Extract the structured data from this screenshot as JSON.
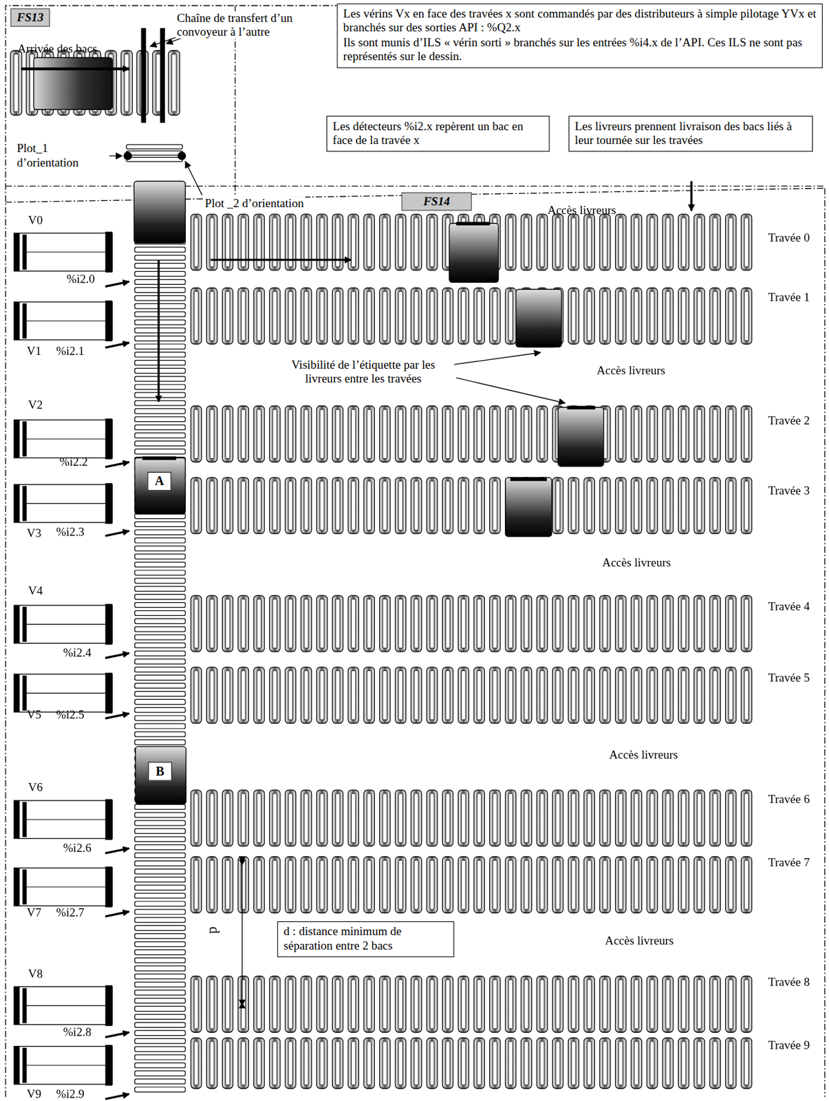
{
  "diagram": {
    "nodes": [
      {
        "text": [
          "FS13"
        ]
      },
      {
        "text": [
          "Les vérins Vx en face des travées x sont commandés par des distributeurs à simple pilotage YVx et branchés sur des sorties API : %Q2.x",
          "Ils sont munis d’ILS « vérin sorti » branchés sur les entrées %i4.x de l’API. Ces ILS ne sont pas représentés sur le dessin."
        ]
      },
      {
        "text": [
          "Les détecteurs %i2.x repèrent un bac en face de la travée x"
        ]
      },
      {
        "text": [
          "Les livreurs prennent livraison des bacs liés à leur tournée sur les travées"
        ]
      },
      {
        "text": [
          "FS14"
        ]
      },
      {
        "text": [
          "A"
        ]
      },
      {
        "text": [
          "B"
        ]
      },
      {
        "text": [
          "d : distance minimum de séparation entre 2 bacs"
        ]
      }
    ],
    "labels": [
      "Arrivée des bacs",
      "Chaîne de transfert d’un convoyeur à l’autre",
      "Plot_1 d’orientation",
      "Plot _2 d’orientation",
      "V0",
      "%i2.0",
      "V1",
      "%i2.1",
      "V2",
      "%i2.2",
      "V3",
      "%i2.3",
      "V4",
      "%i2.4",
      "V5",
      "%i2.5",
      "V6",
      "%i2.6",
      "V7",
      "%i2.7",
      "V8",
      "%i2.8",
      "V9",
      "%i2.9",
      "Travée 0",
      "Travée 1",
      "Travée 2",
      "Travée 3",
      "Travée 4",
      "Travée 5",
      "Travée 6",
      "Travée 7",
      "Travée 8",
      "Travée 9",
      "Accès livreurs",
      "Accès livreurs",
      "Accès livreurs",
      "Accès livreurs",
      "Accès livreurs",
      "Visibilité de l’étiquette par les livreurs entre les travées",
      "d"
    ]
  }
}
